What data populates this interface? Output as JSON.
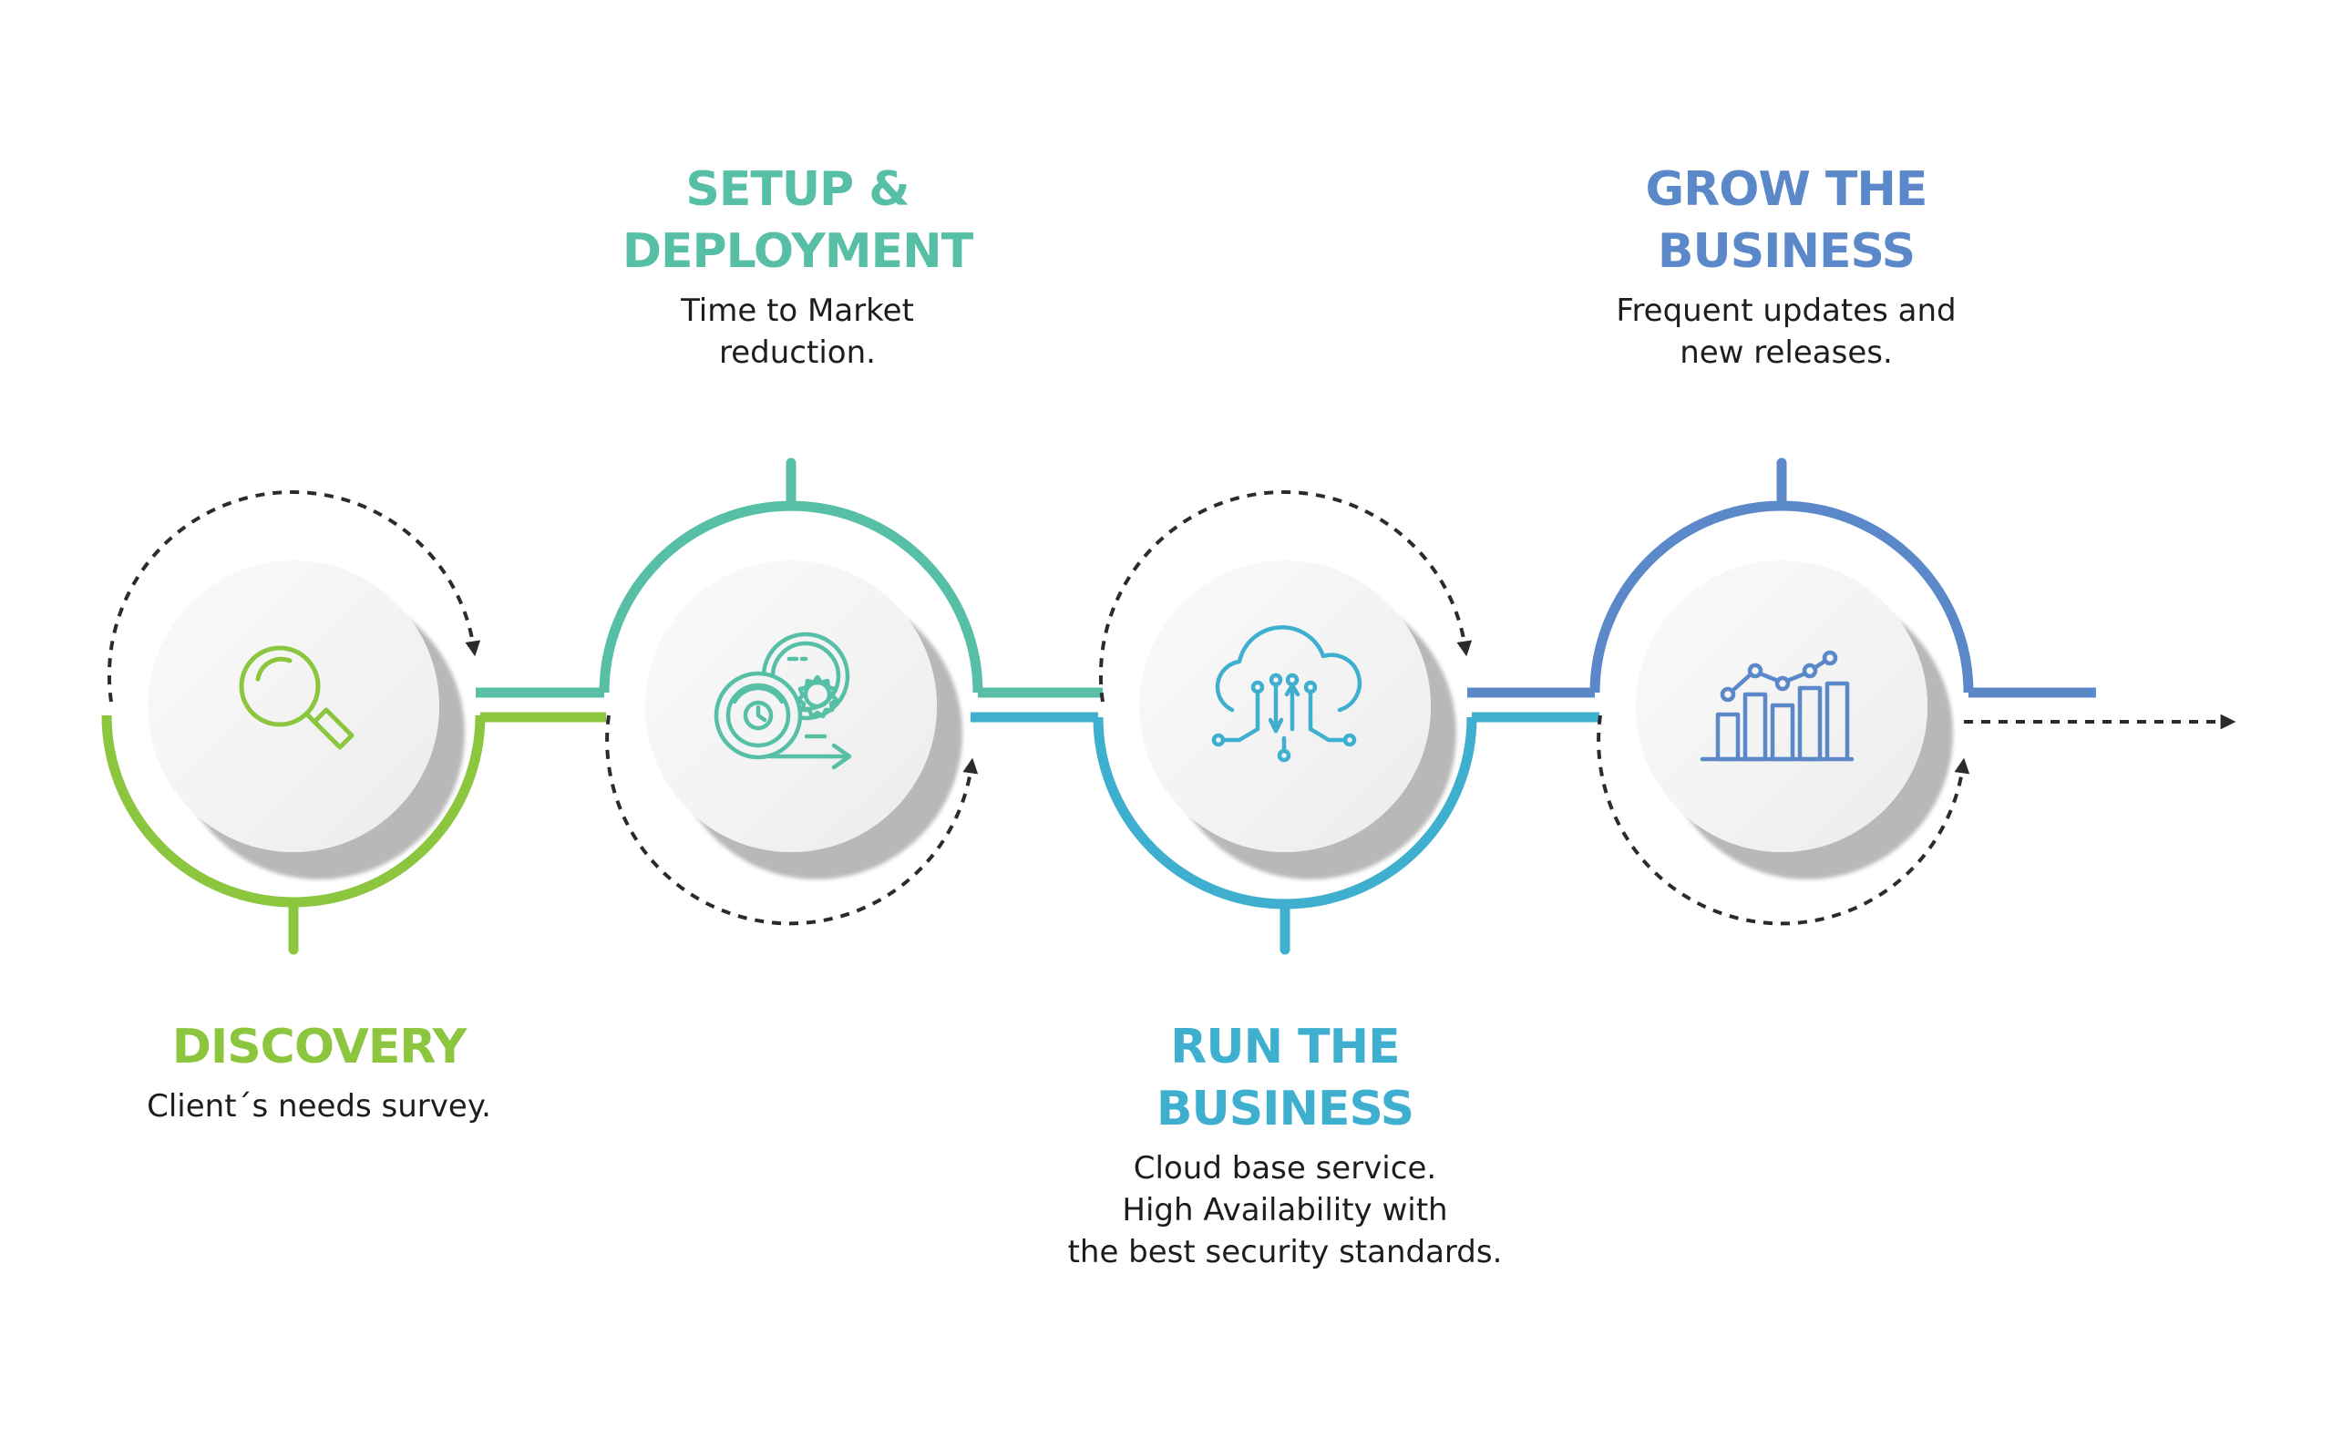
{
  "colors": {
    "discovery": "#8cc63f",
    "setup": "#56bfa6",
    "run": "#3fafcf",
    "grow": "#5b88c9",
    "dashed": "#2b2b2b",
    "text": "#1d1d1d"
  },
  "steps": [
    {
      "id": "discovery",
      "title": "DISCOVERY",
      "description": "Client´s needs survey.",
      "icon": "magnifier-icon"
    },
    {
      "id": "setup",
      "title": "SETUP & DEPLOYMENT",
      "title_lines": [
        "SETUP &",
        "DEPLOYMENT"
      ],
      "description": "Time to Market\nreduction.",
      "icon": "clock-gears-arrow-icon"
    },
    {
      "id": "run",
      "title": "RUN THE BUSINESS",
      "title_lines": [
        "RUN THE",
        "BUSINESS"
      ],
      "description": "Cloud base service.\nHigh Availability with\nthe best security standards.",
      "icon": "cloud-circuit-icon"
    },
    {
      "id": "grow",
      "title": "GROW THE BUSINESS",
      "title_lines": [
        "GROW THE",
        "BUSINESS"
      ],
      "description": "Frequent updates and\nnew releases.",
      "icon": "bar-chart-growth-icon"
    }
  ]
}
